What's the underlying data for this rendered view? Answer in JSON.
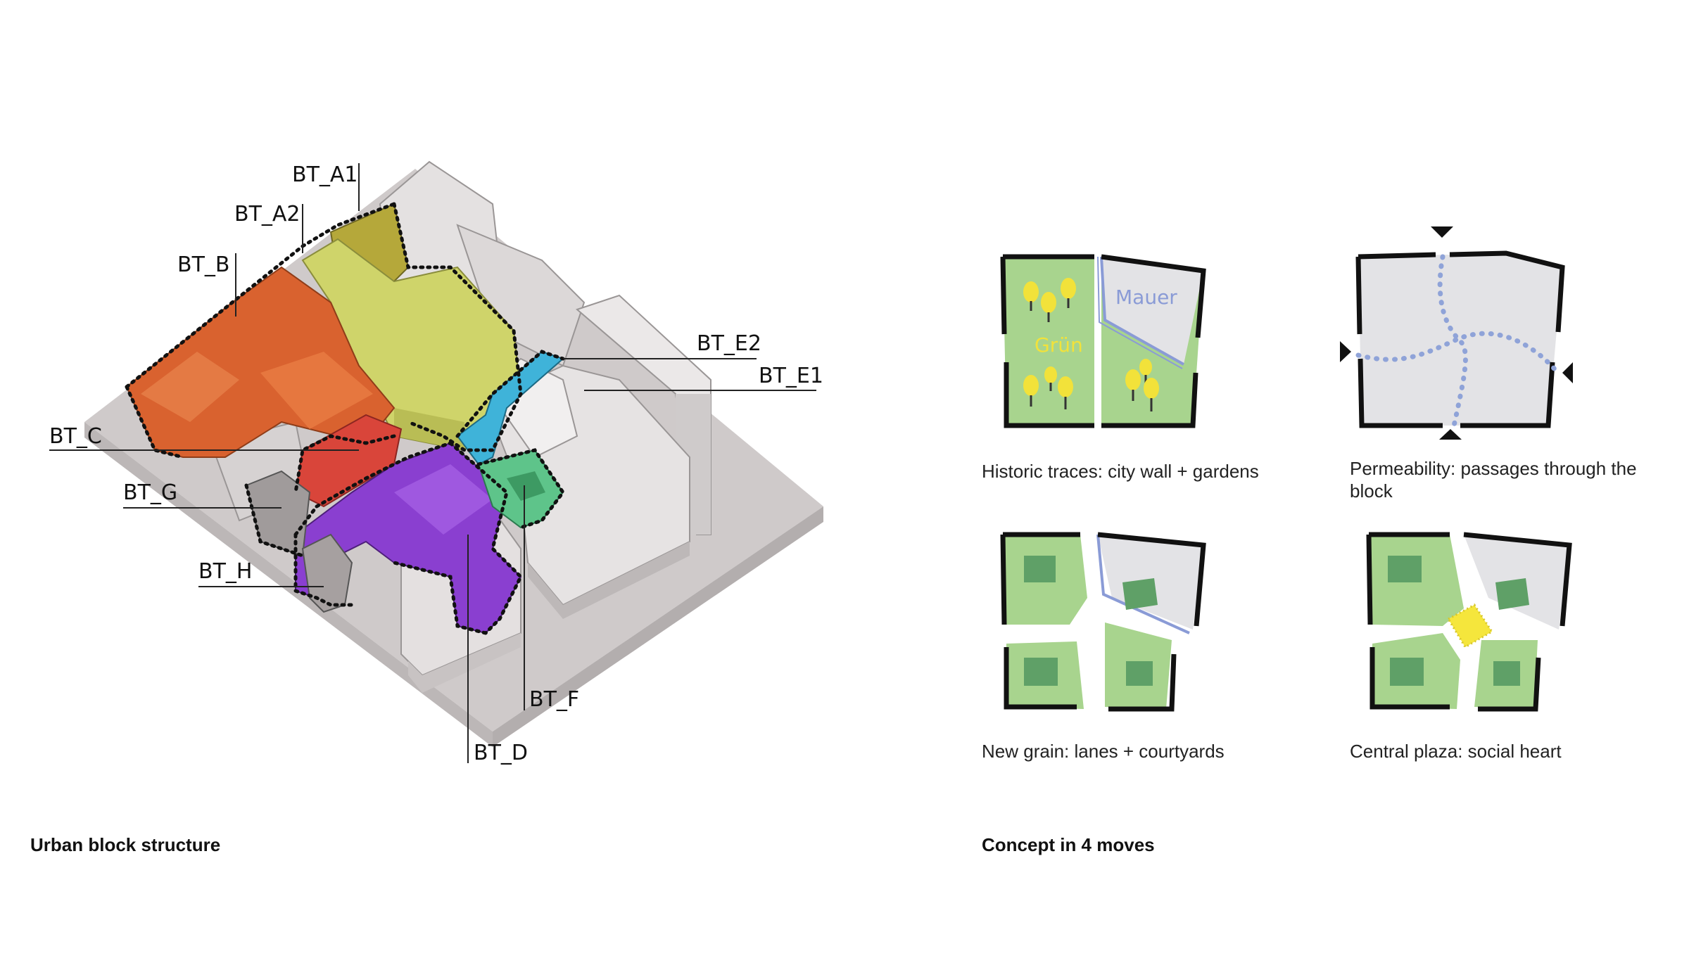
{
  "left_panel": {
    "title": "Urban block structure",
    "labels": {
      "a1": "BT_A1",
      "a2": "BT_A2",
      "b": "BT_B",
      "c": "BT_C",
      "g": "BT_G",
      "h": "BT_H",
      "e2": "BT_E2",
      "e1": "BT_E1",
      "f": "BT_F",
      "d": "BT_D"
    },
    "colors": {
      "a1": "#b5a83a",
      "a2": "#cfd46a",
      "b": "#d9622f",
      "c": "#d9453a",
      "d": "#8a3fd0",
      "e1": "#3fb3d9",
      "f": "#5ec48a",
      "base": "#cfcaca",
      "context": "#e6e3e3"
    }
  },
  "right_panel": {
    "title": "Concept in 4 moves",
    "moves": [
      {
        "caption": "Historic traces: city wall + gardens",
        "label_wall": "Mauer",
        "label_green": "Grün"
      },
      {
        "caption": "Permeability: passages through the block"
      },
      {
        "caption": "New grain: lanes + courtyards"
      },
      {
        "caption": "Central plaza: social heart"
      }
    ],
    "colors": {
      "green": "#a8d48e",
      "dark_green": "#5fa067",
      "grey": "#e3e3e6",
      "tree": "#f2e23a",
      "wall": "#8a9bd6",
      "path": "#8fa3d8",
      "plaza": "#f5e63c"
    }
  }
}
